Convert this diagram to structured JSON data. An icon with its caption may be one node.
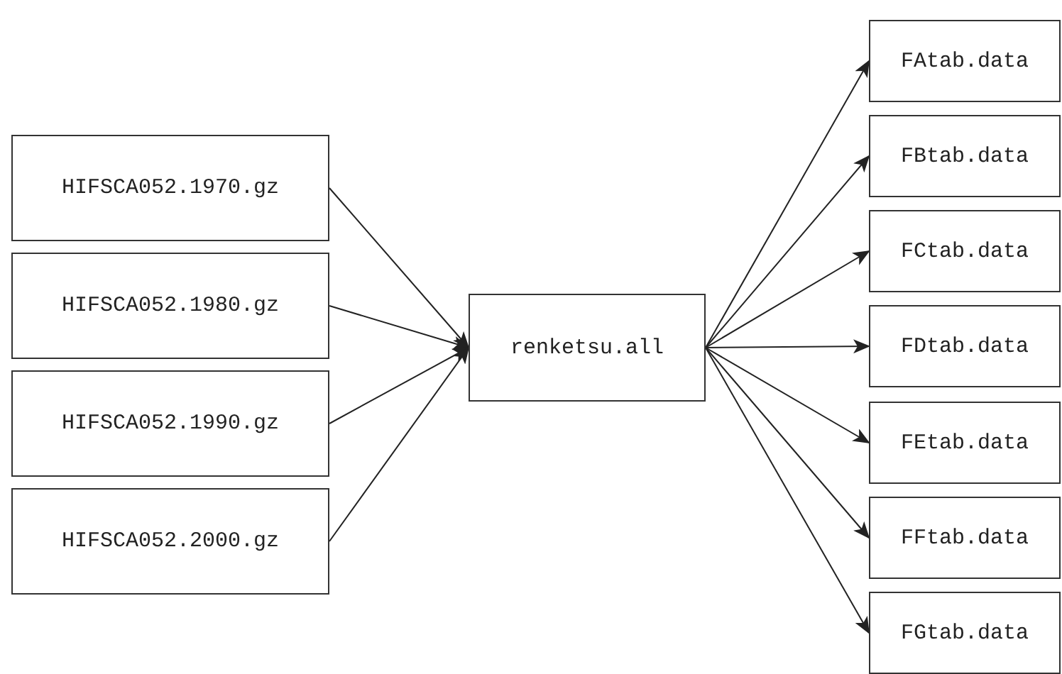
{
  "diagram": {
    "nodes": [
      {
        "text": [
          "HIFSCA052.1970.gz"
        ]
      },
      {
        "text": [
          "HIFSCA052.1980.gz"
        ]
      },
      {
        "text": [
          "HIFSCA052.1990.gz"
        ]
      },
      {
        "text": [
          "HIFSCA052.2000.gz"
        ]
      },
      {
        "text": [
          "renketsu.all"
        ]
      },
      {
        "text": [
          "FAtab.data"
        ]
      },
      {
        "text": [
          "FBtab.data"
        ]
      },
      {
        "text": [
          "FCtab.data"
        ]
      },
      {
        "text": [
          "FDtab.data"
        ]
      },
      {
        "text": [
          "FEtab.data"
        ]
      },
      {
        "text": [
          "FFtab.data"
        ]
      },
      {
        "text": [
          "FGtab.data"
        ]
      }
    ],
    "edges": [
      {
        "from": 0,
        "to": 4,
        "arrow": "to"
      },
      {
        "from": 1,
        "to": 4,
        "arrow": "to"
      },
      {
        "from": 2,
        "to": 4,
        "arrow": "to"
      },
      {
        "from": 3,
        "to": 4,
        "arrow": "to"
      },
      {
        "from": 4,
        "to": 5,
        "arrow": "to"
      },
      {
        "from": 4,
        "to": 6,
        "arrow": "to"
      },
      {
        "from": 4,
        "to": 7,
        "arrow": "to"
      },
      {
        "from": 4,
        "to": 8,
        "arrow": "to"
      },
      {
        "from": 4,
        "to": 9,
        "arrow": "to"
      },
      {
        "from": 4,
        "to": 10,
        "arrow": "to"
      },
      {
        "from": 4,
        "to": 11,
        "arrow": "to"
      }
    ]
  }
}
